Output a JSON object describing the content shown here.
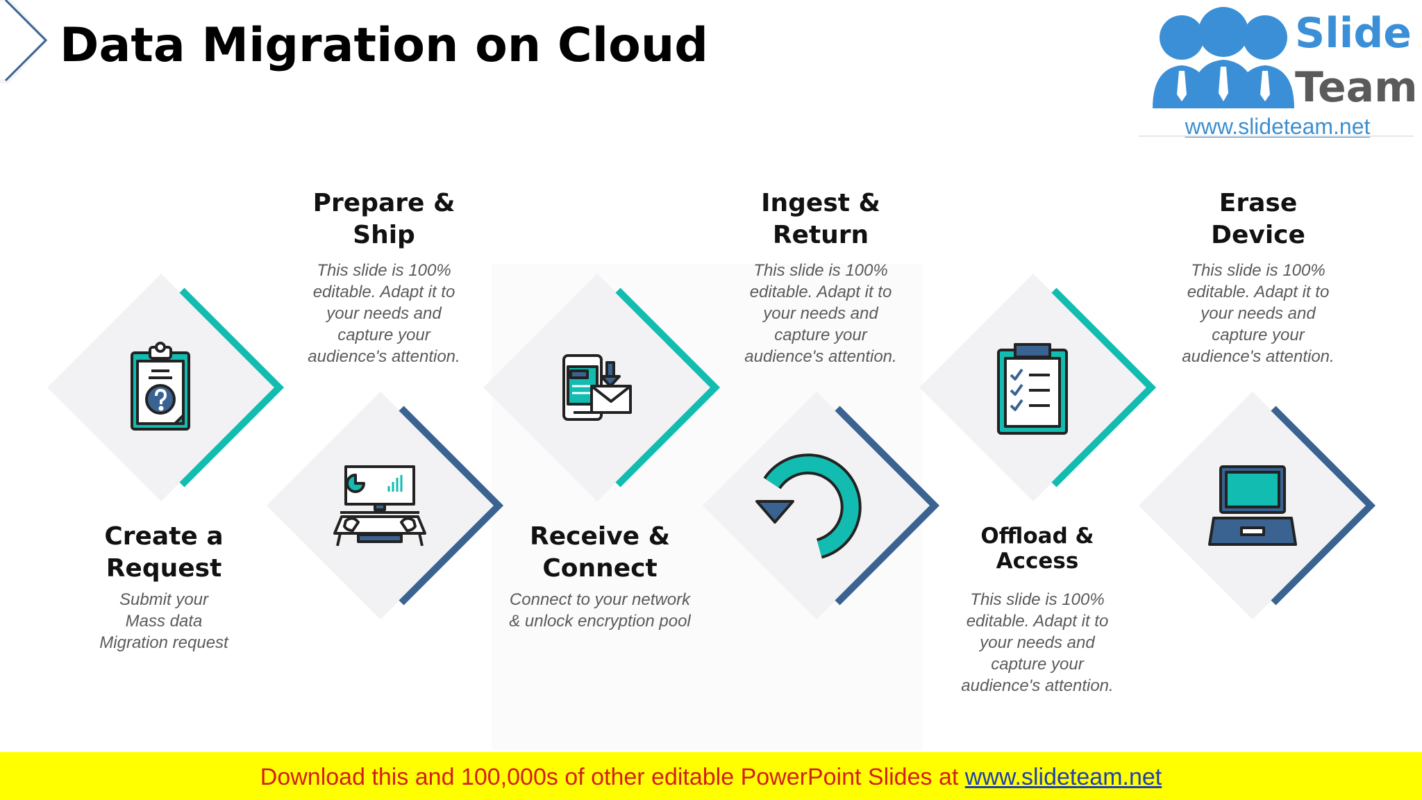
{
  "slide": {
    "title": "Data Migration on Cloud"
  },
  "logo": {
    "word1": "Slide",
    "word2": "Team",
    "url": "www.slideteam.net"
  },
  "steps": [
    {
      "title_line1": "Create a",
      "title_line2": "Request",
      "desc": [
        "Submit your",
        "Mass data",
        "Migration request"
      ],
      "icon": "clipboard-question-icon"
    },
    {
      "title_line1": "Prepare &",
      "title_line2": "Ship",
      "desc": [
        "This slide is 100%",
        "editable. Adapt it to",
        "your needs and",
        "capture your",
        "audience's attention."
      ],
      "icon": "computer-workstation-icon"
    },
    {
      "title_line1": "Receive &",
      "title_line2": "Connect",
      "desc": [
        "Connect to your network",
        "& unlock encryption pool"
      ],
      "icon": "phone-mail-download-icon"
    },
    {
      "title_line1": "Ingest &",
      "title_line2": "Return",
      "desc": [
        "This slide is 100%",
        "editable. Adapt it to",
        "your needs and",
        "capture your",
        "audience's attention."
      ],
      "icon": "refresh-arrow-icon"
    },
    {
      "title_line1": "Offload &",
      "title_line2": "Access",
      "desc": [
        "This slide is 100%",
        "editable. Adapt it to",
        "your needs and",
        "capture your",
        "audience's attention."
      ],
      "icon": "checklist-clipboard-icon"
    },
    {
      "title_line1": "Erase",
      "title_line2": "Device",
      "desc": [
        "This slide is 100%",
        "editable. Adapt it to",
        "your needs and",
        "capture your",
        "audience's attention."
      ],
      "icon": "laptop-icon"
    }
  ],
  "banner": {
    "text": "Download this and 100,000s of other editable PowerPoint Slides at",
    "link": "www.slideteam.net"
  },
  "colors": {
    "teal": "#12bcb0",
    "navy": "#3a6391",
    "diamond": "#f2f2f4",
    "banner_bg": "#ffff00",
    "banner_text": "#d41e1e"
  }
}
